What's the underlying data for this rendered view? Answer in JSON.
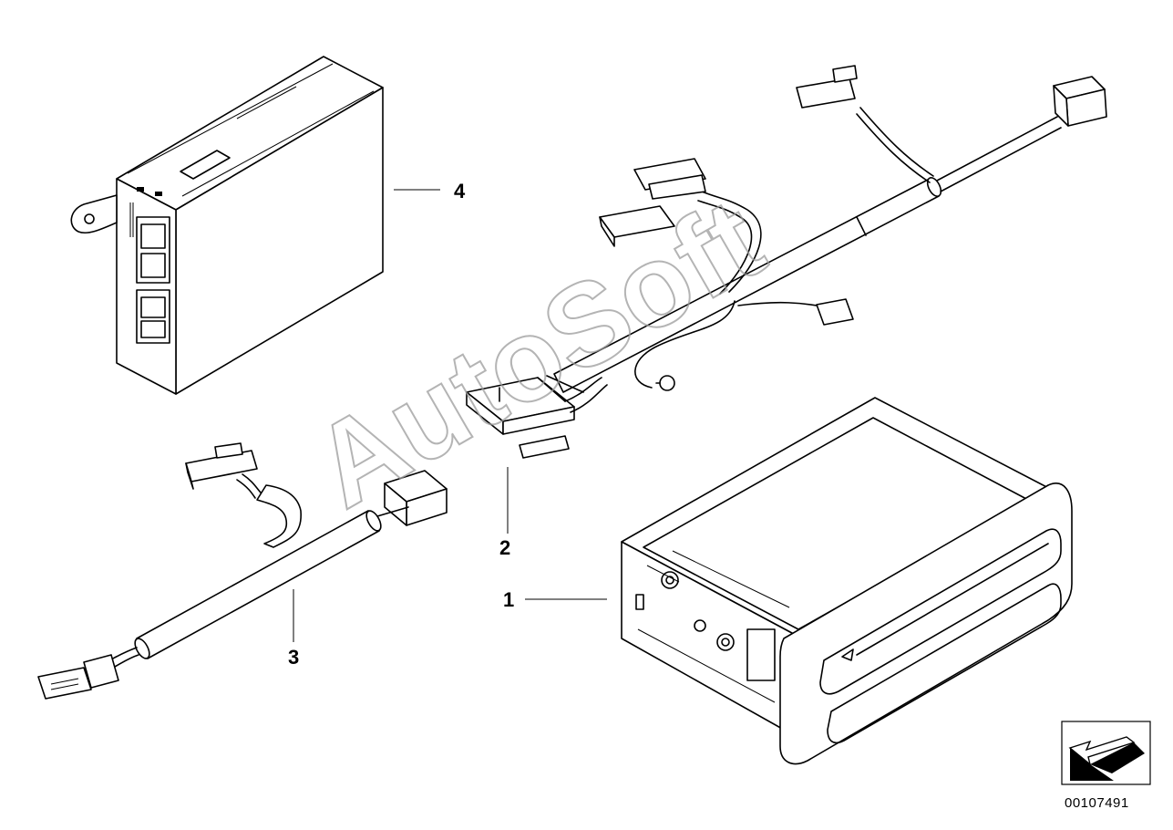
{
  "diagram": {
    "watermark": "AutoSoft",
    "reference_number": "00107491",
    "callouts": [
      {
        "id": "1",
        "label": "1"
      },
      {
        "id": "2",
        "label": "2"
      },
      {
        "id": "3",
        "label": "3"
      },
      {
        "id": "4",
        "label": "4"
      }
    ],
    "icons": {
      "orientation_arrow": "arrow-down-left-icon"
    },
    "colors": {
      "line": "#000000",
      "background": "#ffffff",
      "watermark": "#9c9c9c"
    }
  }
}
